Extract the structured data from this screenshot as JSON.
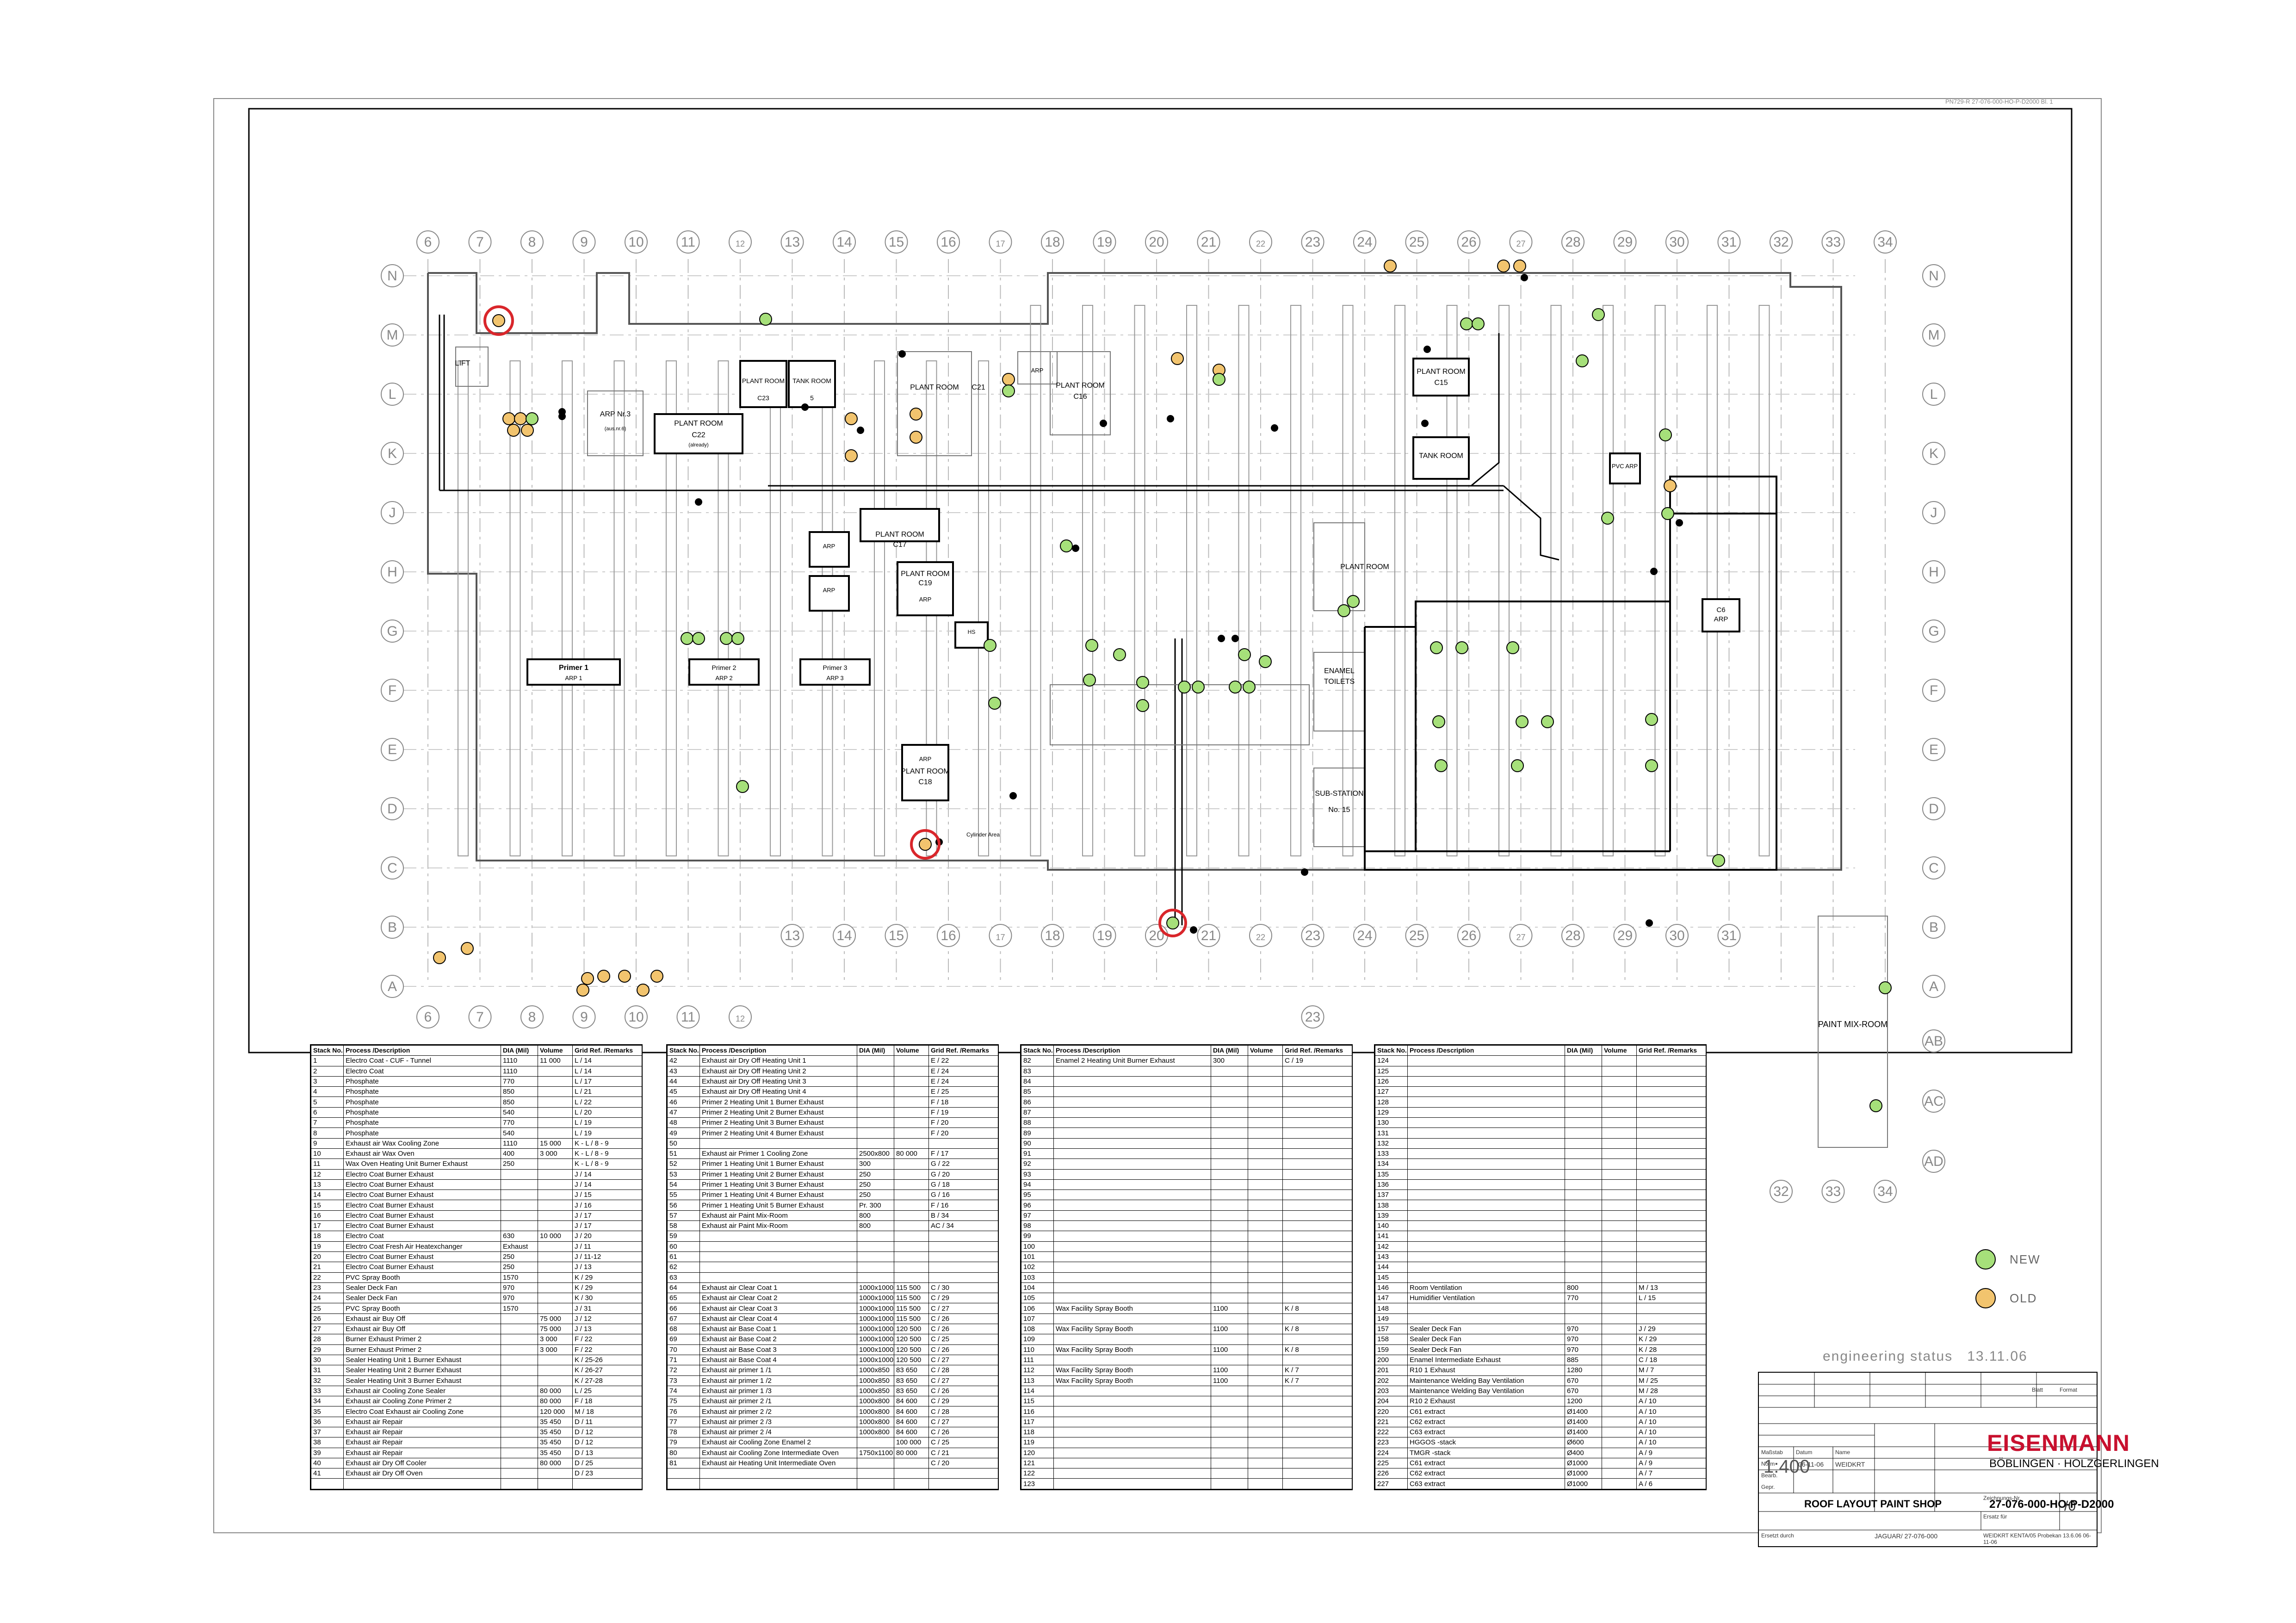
{
  "doc_ref": "PN729-R  27-076-000-HO-P-D2000 Bl. 1",
  "grid": {
    "columns_top": [
      "6",
      "7",
      "8",
      "9",
      "10",
      "11",
      "12",
      "13",
      "14",
      "15",
      "16",
      "17",
      "18",
      "19",
      "20",
      "21",
      "22",
      "23",
      "24",
      "25",
      "26",
      "27",
      "28",
      "29",
      "30",
      "31",
      "32",
      "33",
      "34"
    ],
    "columns_bottom_left": [
      "6",
      "7",
      "8",
      "9",
      "10",
      "11",
      "12"
    ],
    "columns_bottom_mid": [
      "13",
      "14",
      "15",
      "16",
      "17",
      "18",
      "19",
      "20",
      "21",
      "22",
      "23",
      "24",
      "25",
      "26",
      "27",
      "28",
      "29",
      "30",
      "31"
    ],
    "column_23_label": "23",
    "columns_bottom_right": [
      "32",
      "33",
      "34"
    ],
    "rows": [
      "N",
      "M",
      "L",
      "K",
      "J",
      "H",
      "G",
      "F",
      "E",
      "D",
      "C",
      "B",
      "A"
    ],
    "rows_right_extra": [
      "AB",
      "AC",
      "AD"
    ]
  },
  "rooms": {
    "lift": "LIFT",
    "arp_nr3": "ARP Nr.3",
    "arp_nr3_sub": "(aus.nr.6)",
    "plant_c22": "PLANT ROOM",
    "plant_c22_id": "C22",
    "plant_c22_sub": "(already)",
    "plant_c23": "PLANT ROOM",
    "plant_c23_id": "C23",
    "tank_5": "TANK ROOM",
    "tank_5_id": "5",
    "plant_c21": "PLANT ROOM",
    "plant_c21_id": "C21",
    "arp_small": "ARP",
    "plant_c16": "PLANT ROOM",
    "plant_c16_id": "C16",
    "plant_c15": "PLANT ROOM",
    "plant_c15_id": "C15",
    "tank_room_r": "TANK ROOM",
    "pvc_arp": "PVC ARP",
    "plant_c17": "PLANT ROOM",
    "plant_c17_id": "C17",
    "plant_c19": "PLANT ROOM",
    "plant_c19_id": "C19",
    "arp_a": "ARP",
    "arp_b": "ARP",
    "arp_c19": "ARP",
    "plant_big": "PLANT ROOM",
    "c6_arp": "C6",
    "c6_arp_sub": "ARP",
    "primer1": "Primer 1",
    "arp1": "ARP 1",
    "primer2": "Primer 2",
    "arp2": "ARP 2",
    "primer3": "Primer 3",
    "arp3": "ARP 3",
    "enamel": "ENAMEL",
    "toilets": "TOILETS",
    "sub_station": "SUB-STATION",
    "sub_station_no": "No. 15",
    "plant_c18": "PLANT ROOM",
    "plant_c18_id": "C18",
    "arp_c18": "ARP",
    "paint_mix": "PAINT MIX-ROOM",
    "hs": "HS",
    "cylinder": "Cylinder Area"
  },
  "legend": {
    "new": "NEW",
    "old": "OLD",
    "new_color": "#a6e07a",
    "old_color": "#f2c46e",
    "marker_red": "#d9262b"
  },
  "schedule_headers": {
    "no": "Stack No.",
    "desc": "Process /Description",
    "dia": "DIA (Mil)",
    "vol": "Volume",
    "grid": "Grid Ref. /Remarks"
  },
  "schedule1": [
    [
      "1",
      "Electro Coat - CUF - Tunnel",
      "1110",
      "11 000",
      "L / 14"
    ],
    [
      "2",
      "Electro Coat",
      "1110",
      "",
      "L / 14"
    ],
    [
      "3",
      "Phosphate",
      "770",
      "",
      "L / 17"
    ],
    [
      "4",
      "Phosphate",
      "850",
      "",
      "L / 21"
    ],
    [
      "5",
      "Phosphate",
      "850",
      "",
      "L / 22"
    ],
    [
      "6",
      "Phosphate",
      "540",
      "",
      "L / 20"
    ],
    [
      "7",
      "Phosphate",
      "770",
      "",
      "L / 19"
    ],
    [
      "8",
      "Phosphate",
      "540",
      "",
      "L / 19"
    ],
    [
      "9",
      "Exhaust air Wax Cooling Zone",
      "1110",
      "15 000",
      "K - L / 8 - 9"
    ],
    [
      "10",
      "Exhaust air Wax Oven",
      "400",
      "3 000",
      "K - L / 8 - 9"
    ],
    [
      "11",
      "Wax Oven Heating Unit Burner Exhaust",
      "250",
      "",
      "K - L / 8 - 9"
    ],
    [
      "12",
      "Electro Coat Burner Exhaust",
      "",
      "",
      "J / 14"
    ],
    [
      "13",
      "Electro Coat Burner Exhaust",
      "",
      "",
      "J / 14"
    ],
    [
      "14",
      "Electro Coat Burner Exhaust",
      "",
      "",
      "J / 15"
    ],
    [
      "15",
      "Electro Coat Burner Exhaust",
      "",
      "",
      "J / 16"
    ],
    [
      "16",
      "Electro Coat Burner Exhaust",
      "",
      "",
      "J / 17"
    ],
    [
      "17",
      "Electro Coat Burner Exhaust",
      "",
      "",
      "J / 17"
    ],
    [
      "18",
      "Electro Coat",
      "630",
      "10 000",
      "J / 20"
    ],
    [
      "19",
      "Electro Coat Fresh Air Heatexchanger",
      "Exhaust",
      "",
      "J / 11"
    ],
    [
      "20",
      "Electro Coat Burner Exhaust",
      "250",
      "",
      "J / 11-12"
    ],
    [
      "21",
      "Electro Coat Burner Exhaust",
      "250",
      "",
      "J / 13"
    ],
    [
      "22",
      "PVC Spray Booth",
      "1570",
      "",
      "K / 29"
    ],
    [
      "23",
      "Sealer Deck Fan",
      "970",
      "",
      "K / 29"
    ],
    [
      "24",
      "Sealer Deck Fan",
      "970",
      "",
      "K / 30"
    ],
    [
      "25",
      "PVC Spray Booth",
      "1570",
      "",
      "J / 31"
    ],
    [
      "26",
      "Exhaust air Buy Off",
      "",
      "75 000",
      "J / 12"
    ],
    [
      "27",
      "Exhaust air Buy Off",
      "",
      "75 000",
      "J / 13"
    ],
    [
      "28",
      "Burner Exhaust Primer 2",
      "",
      "3 000",
      "F / 22"
    ],
    [
      "29",
      "Burner Exhaust Primer 2",
      "",
      "3 000",
      "F / 22"
    ],
    [
      "30",
      "Sealer Heating Unit 1 Burner Exhaust",
      "",
      "",
      "K / 25-26"
    ],
    [
      "31",
      "Sealer Heating Unit 2 Burner Exhaust",
      "",
      "",
      "K / 26-27"
    ],
    [
      "32",
      "Sealer Heating Unit 3 Burner Exhaust",
      "",
      "",
      "K / 27-28"
    ],
    [
      "33",
      "Exhaust air Cooling Zone Sealer",
      "",
      "80 000",
      "L / 25"
    ],
    [
      "34",
      "Exhaust air Cooling Zone Primer 2",
      "",
      "80 000",
      "F / 18"
    ],
    [
      "35",
      "Electro Coat Exhaust air Cooling Zone",
      "",
      "120 000",
      "M / 18"
    ],
    [
      "36",
      "Exhaust air Repair",
      "",
      "35 450",
      "D / 11"
    ],
    [
      "37",
      "Exhaust air Repair",
      "",
      "35 450",
      "D / 12"
    ],
    [
      "38",
      "Exhaust air Repair",
      "",
      "35 450",
      "D / 12"
    ],
    [
      "39",
      "Exhaust air Repair",
      "",
      "35 450",
      "D / 13"
    ],
    [
      "40",
      "Exhaust air Dry Off Cooler",
      "",
      "80 000",
      "D / 25"
    ],
    [
      "41",
      "Exhaust air Dry Off Oven",
      "",
      "",
      "D / 23"
    ]
  ],
  "schedule2": [
    [
      "42",
      "Exhaust air Dry Off Heating Unit 1",
      "",
      "",
      "E / 22"
    ],
    [
      "43",
      "Exhaust air Dry Off Heating Unit 2",
      "",
      "",
      "E / 24"
    ],
    [
      "44",
      "Exhaust air Dry Off Heating Unit 3",
      "",
      "",
      "E / 24"
    ],
    [
      "45",
      "Exhaust air Dry Off Heating Unit 4",
      "",
      "",
      "E / 25"
    ],
    [
      "46",
      "Primer 2 Heating Unit 1 Burner Exhaust",
      "",
      "",
      "F / 18"
    ],
    [
      "47",
      "Primer 2 Heating Unit 2 Burner Exhaust",
      "",
      "",
      "F / 19"
    ],
    [
      "48",
      "Primer 2 Heating Unit 3 Burner Exhaust",
      "",
      "",
      "F / 20"
    ],
    [
      "49",
      "Primer 2 Heating Unit 4 Burner Exhaust",
      "",
      "",
      "F / 20"
    ],
    [
      "50",
      "",
      "",
      "",
      ""
    ],
    [
      "51",
      "Exhaust air Primer 1 Cooling Zone",
      "2500x800",
      "80 000",
      "F / 17"
    ],
    [
      "52",
      "Primer 1 Heating Unit 1 Burner Exhaust",
      "300",
      "",
      "G / 22"
    ],
    [
      "53",
      "Primer 1 Heating Unit 2 Burner Exhaust",
      "250",
      "",
      "G / 20"
    ],
    [
      "54",
      "Primer 1 Heating Unit 3 Burner Exhaust",
      "250",
      "",
      "G / 18"
    ],
    [
      "55",
      "Primer 1 Heating Unit 4 Burner Exhaust",
      "250",
      "",
      "G / 16"
    ],
    [
      "56",
      "Primer 1 Heating Unit 5 Burner Exhaust",
      "Pr. 300",
      "",
      "F / 16"
    ],
    [
      "57",
      "Exhaust air Paint Mix-Room",
      "800",
      "",
      "B / 34"
    ],
    [
      "58",
      "Exhaust air Paint Mix-Room",
      "800",
      "",
      "AC / 34"
    ],
    [
      "59",
      "",
      "",
      "",
      ""
    ],
    [
      "60",
      "",
      "",
      "",
      ""
    ],
    [
      "61",
      "",
      "",
      "",
      ""
    ],
    [
      "62",
      "",
      "",
      "",
      ""
    ],
    [
      "63",
      "",
      "",
      "",
      ""
    ],
    [
      "64",
      "Exhaust air Clear Coat 1",
      "1000x1000",
      "115 500",
      "C / 30"
    ],
    [
      "65",
      "Exhaust air Clear Coat 2",
      "1000x1000",
      "115 500",
      "C / 29"
    ],
    [
      "66",
      "Exhaust air Clear Coat 3",
      "1000x1000",
      "115 500",
      "C / 27"
    ],
    [
      "67",
      "Exhaust air Clear Coat 4",
      "1000x1000",
      "115 500",
      "C / 26"
    ],
    [
      "68",
      "Exhaust air Base Coat 1",
      "1000x1000",
      "120 500",
      "C / 26"
    ],
    [
      "69",
      "Exhaust air Base Coat 2",
      "1000x1000",
      "120 500",
      "C / 25"
    ],
    [
      "70",
      "Exhaust air Base Coat 3",
      "1000x1000",
      "120 500",
      "C / 26"
    ],
    [
      "71",
      "Exhaust air Base Coat 4",
      "1000x1000",
      "120 500",
      "C / 27"
    ],
    [
      "72",
      "Exhaust air primer 1 /1",
      "1000x850",
      "83 650",
      "C / 28"
    ],
    [
      "73",
      "Exhaust air primer 1 /2",
      "1000x850",
      "83 650",
      "C / 27"
    ],
    [
      "74",
      "Exhaust air primer 1 /3",
      "1000x850",
      "83 650",
      "C / 26"
    ],
    [
      "75",
      "Exhaust air primer 2 /1",
      "1000x800",
      "84 600",
      "C / 29"
    ],
    [
      "76",
      "Exhaust air primer 2 /2",
      "1000x800",
      "84 600",
      "C / 28"
    ],
    [
      "77",
      "Exhaust air primer 2 /3",
      "1000x800",
      "84 600",
      "C / 27"
    ],
    [
      "78",
      "Exhaust air primer 2 /4",
      "1000x800",
      "84 600",
      "C / 26"
    ],
    [
      "79",
      "Exhaust air Cooling Zone Enamel 2",
      "",
      "100 000",
      "C / 25"
    ],
    [
      "80",
      "Exhaust air Cooling Zone Intermediate Oven",
      "1750x1100",
      "80 000",
      "C / 21"
    ],
    [
      "81",
      "Exhaust air Heating Unit Intermediate Oven",
      "",
      "",
      "C / 20"
    ]
  ],
  "schedule3": [
    [
      "82",
      "Enamel 2 Heating Unit Burner Exhaust",
      "300",
      "",
      "C / 19"
    ],
    [
      "83",
      "",
      "",
      "",
      ""
    ],
    [
      "84",
      "",
      "",
      "",
      ""
    ],
    [
      "85",
      "",
      "",
      "",
      ""
    ],
    [
      "86",
      "",
      "",
      "",
      ""
    ],
    [
      "87",
      "",
      "",
      "",
      ""
    ],
    [
      "88",
      "",
      "",
      "",
      ""
    ],
    [
      "89",
      "",
      "",
      "",
      ""
    ],
    [
      "90",
      "",
      "",
      "",
      ""
    ],
    [
      "91",
      "",
      "",
      "",
      ""
    ],
    [
      "92",
      "",
      "",
      "",
      ""
    ],
    [
      "93",
      "",
      "",
      "",
      ""
    ],
    [
      "94",
      "",
      "",
      "",
      ""
    ],
    [
      "95",
      "",
      "",
      "",
      ""
    ],
    [
      "96",
      "",
      "",
      "",
      ""
    ],
    [
      "97",
      "",
      "",
      "",
      ""
    ],
    [
      "98",
      "",
      "",
      "",
      ""
    ],
    [
      "99",
      "",
      "",
      "",
      ""
    ],
    [
      "100",
      "",
      "",
      "",
      ""
    ],
    [
      "101",
      "",
      "",
      "",
      ""
    ],
    [
      "102",
      "",
      "",
      "",
      ""
    ],
    [
      "103",
      "",
      "",
      "",
      ""
    ],
    [
      "104",
      "",
      "",
      "",
      ""
    ],
    [
      "105",
      "",
      "",
      "",
      ""
    ],
    [
      "106",
      "Wax Facility Spray Booth",
      "1100",
      "",
      "K / 8"
    ],
    [
      "107",
      "",
      "",
      "",
      ""
    ],
    [
      "108",
      "Wax Facility Spray Booth",
      "1100",
      "",
      "K / 8"
    ],
    [
      "109",
      "",
      "",
      "",
      ""
    ],
    [
      "110",
      "Wax Facility Spray Booth",
      "1100",
      "",
      "K / 8"
    ],
    [
      "111",
      "",
      "",
      "",
      ""
    ],
    [
      "112",
      "Wax Facility Spray Booth",
      "1100",
      "",
      "K / 7"
    ],
    [
      "113",
      "Wax Facility Spray Booth",
      "1100",
      "",
      "K / 7"
    ],
    [
      "114",
      "",
      "",
      "",
      ""
    ],
    [
      "115",
      "",
      "",
      "",
      ""
    ],
    [
      "116",
      "",
      "",
      "",
      ""
    ],
    [
      "117",
      "",
      "",
      "",
      ""
    ],
    [
      "118",
      "",
      "",
      "",
      ""
    ],
    [
      "119",
      "",
      "",
      "",
      ""
    ],
    [
      "120",
      "",
      "",
      "",
      ""
    ],
    [
      "121",
      "",
      "",
      "",
      ""
    ],
    [
      "122",
      "",
      "",
      "",
      ""
    ],
    [
      "123",
      "",
      "",
      "",
      ""
    ]
  ],
  "schedule4": [
    [
      "124",
      "",
      "",
      "",
      ""
    ],
    [
      "125",
      "",
      "",
      "",
      ""
    ],
    [
      "126",
      "",
      "",
      "",
      ""
    ],
    [
      "127",
      "",
      "",
      "",
      ""
    ],
    [
      "128",
      "",
      "",
      "",
      ""
    ],
    [
      "129",
      "",
      "",
      "",
      ""
    ],
    [
      "130",
      "",
      "",
      "",
      ""
    ],
    [
      "131",
      "",
      "",
      "",
      ""
    ],
    [
      "132",
      "",
      "",
      "",
      ""
    ],
    [
      "133",
      "",
      "",
      "",
      ""
    ],
    [
      "134",
      "",
      "",
      "",
      ""
    ],
    [
      "135",
      "",
      "",
      "",
      ""
    ],
    [
      "136",
      "",
      "",
      "",
      ""
    ],
    [
      "137",
      "",
      "",
      "",
      ""
    ],
    [
      "138",
      "",
      "",
      "",
      ""
    ],
    [
      "139",
      "",
      "",
      "",
      ""
    ],
    [
      "140",
      "",
      "",
      "",
      ""
    ],
    [
      "141",
      "",
      "",
      "",
      ""
    ],
    [
      "142",
      "",
      "",
      "",
      ""
    ],
    [
      "143",
      "",
      "",
      "",
      ""
    ],
    [
      "144",
      "",
      "",
      "",
      ""
    ],
    [
      "145",
      "",
      "",
      "",
      ""
    ],
    [
      "146",
      "Room Ventilation",
      "800",
      "",
      "M / 13"
    ],
    [
      "147",
      "Humidifier Ventilation",
      "770",
      "",
      "L / 15"
    ],
    [
      "148",
      "",
      "",
      "",
      ""
    ],
    [
      "149",
      "",
      "",
      "",
      ""
    ],
    [
      "157",
      "Sealer Deck Fan",
      "970",
      "",
      "J / 29"
    ],
    [
      "158",
      "Sealer Deck Fan",
      "970",
      "",
      "K / 29"
    ],
    [
      "159",
      "Sealer Deck Fan",
      "970",
      "",
      "K / 28"
    ],
    [
      "200",
      "Enamel Intermediate Exhaust",
      "885",
      "",
      "C / 18"
    ],
    [
      "201",
      "R10 1 Exhaust",
      "1280",
      "",
      "M / 7"
    ],
    [
      "202",
      "Maintenance Welding Bay Ventilation",
      "670",
      "",
      "M / 25"
    ],
    [
      "203",
      "Maintenance Welding Bay Ventilation",
      "670",
      "",
      "M / 28"
    ],
    [
      "204",
      "R10 2 Exhaust",
      "1200",
      "",
      "A / 10"
    ],
    [
      "220",
      "C61 extract",
      "Ø1400",
      "",
      "A / 10"
    ],
    [
      "221",
      "C62 extract",
      "Ø1400",
      "",
      "A / 10"
    ],
    [
      "222",
      "C63 extract",
      "Ø1400",
      "",
      "A / 10"
    ],
    [
      "223",
      "HGGOS -stack",
      "Ø600",
      "",
      "A / 10"
    ],
    [
      "224",
      "TMGR -stack",
      "Ø400",
      "",
      "A / 9"
    ],
    [
      "225",
      "C61 extract",
      "Ø1000",
      "",
      "A / 9"
    ],
    [
      "226",
      "C62 extract",
      "Ø1000",
      "",
      "A / 7"
    ],
    [
      "227",
      "C63 extract",
      "Ø1000",
      "",
      "A / 6"
    ]
  ],
  "titleblock": {
    "status_label": "engineering status",
    "status_date": "13.11.06",
    "company": "EISENMANN",
    "city": "BÖBLINGEN · HOLZGERLINGEN",
    "title": "ROOF LAYOUT PAINT SHOP",
    "drawing_no": "27-076-000-HO-P-D2000",
    "revision": "/0",
    "scale": "1:400",
    "date": "06-11-06",
    "drawn_by": "WEIDKRT",
    "project_code": "JAGUAR/ 27-076-000",
    "bottom_ref": "WEIDKRT   KENTA/05 Probekan   13.6.06 06-11-06",
    "small_labels": [
      "Blatt",
      "Format",
      "Maßstab",
      "Datum",
      "Name",
      "Bearb.",
      "Gepr.",
      "Norm",
      "Zeichnungs-Nr.",
      "Ersatz für",
      "Ersetzt durch"
    ]
  }
}
